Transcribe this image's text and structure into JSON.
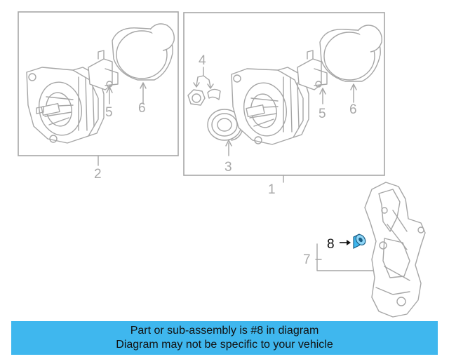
{
  "diagram": {
    "labels": {
      "box2_alt_5": "5",
      "box2_alt_6": "6",
      "box2_num": "2",
      "box1_4": "4",
      "box1_5": "5",
      "box1_6": "6",
      "box1_3": "3",
      "box1_num": "1",
      "bracket_7": "7",
      "part_8": "8"
    },
    "highlight_color": "#3fb7ee",
    "part_color": "#a6a6a6"
  },
  "callout": {
    "line1": "Part or sub-assembly is #8 in diagram",
    "line2": "Diagram may not be specific to your vehicle",
    "bg_color": "#3fb7ee"
  }
}
